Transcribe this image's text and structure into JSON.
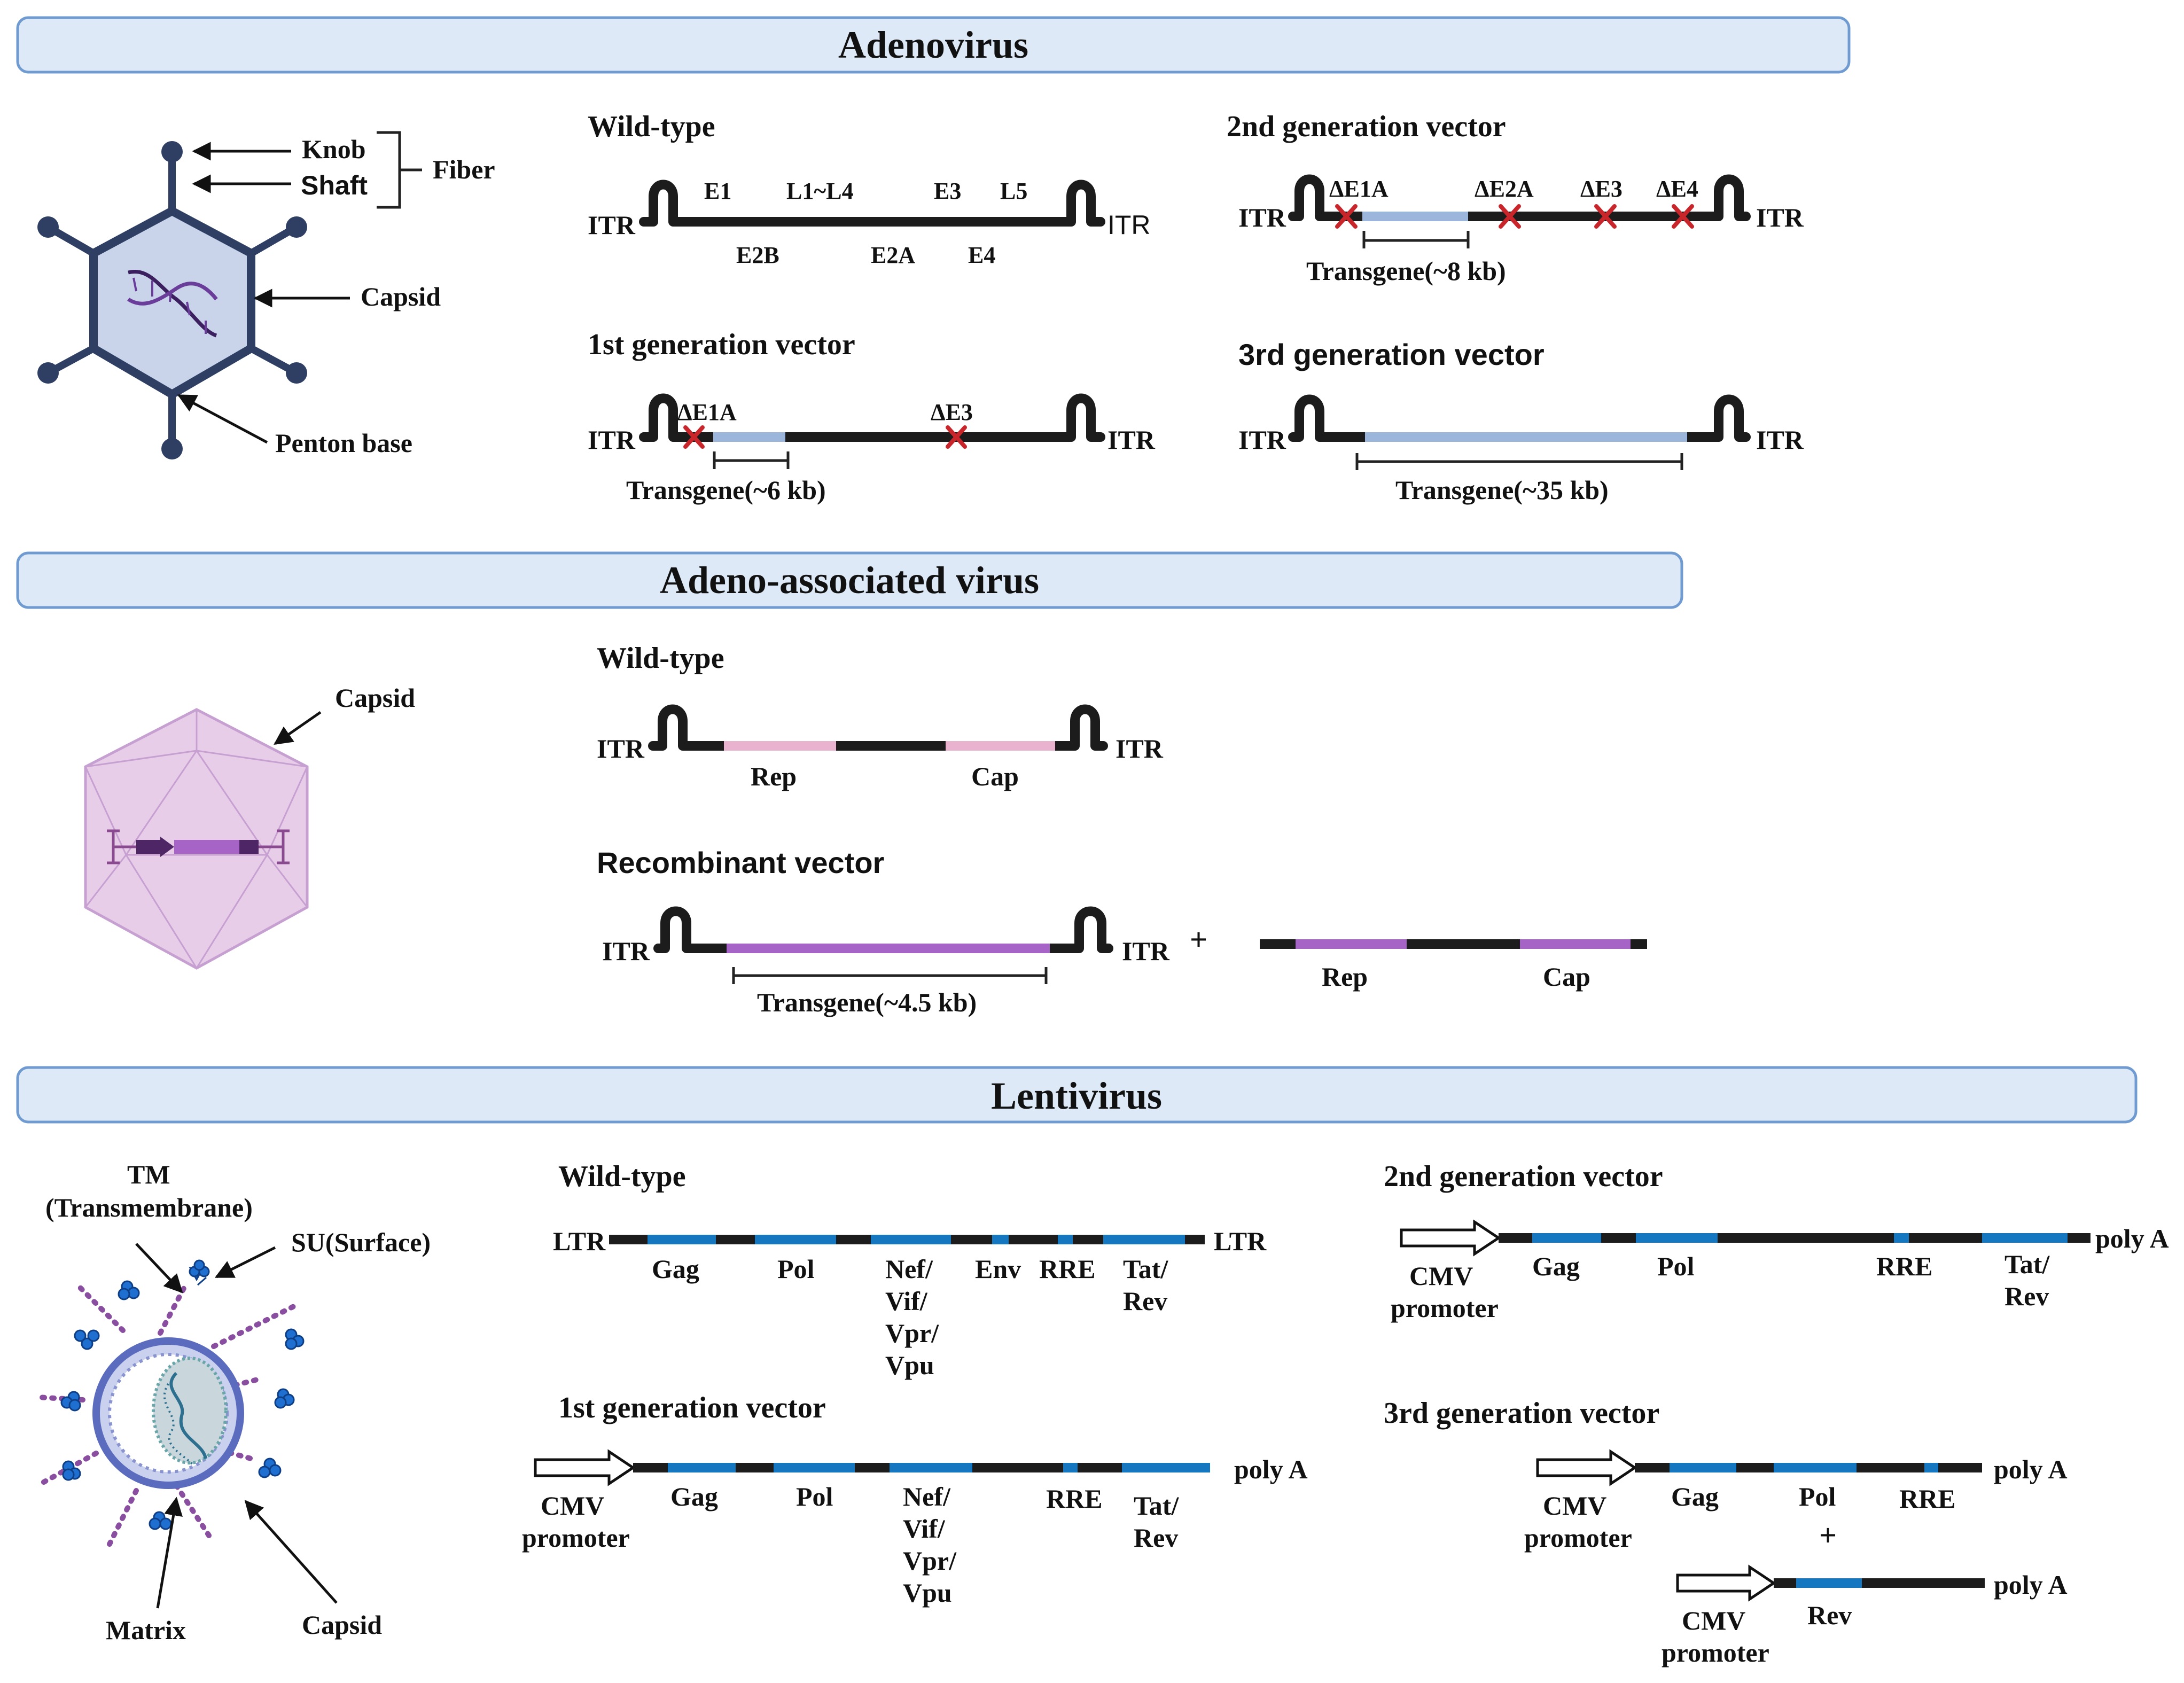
{
  "sections": {
    "adenovirus": {
      "title": "Adenovirus",
      "virion_labels": {
        "knob": "Knob",
        "shaft": "Shaft",
        "fiber": "Fiber",
        "capsid": "Capsid",
        "penton_base": "Penton base"
      },
      "wild_type": {
        "title": "Wild-type",
        "itr_left": "ITR",
        "itr_right": "ITR",
        "genes_top": [
          "E1",
          "L1~L4",
          "E3",
          "L5"
        ],
        "genes_bottom": [
          "E2B",
          "E2A",
          "E4"
        ]
      },
      "first_gen": {
        "title": "1st generation vector",
        "itr_left": "ITR",
        "itr_right": "ITR",
        "deletions": [
          "ΔE1A",
          "ΔE3"
        ],
        "transgene": "Transgene(~6 kb)"
      },
      "second_gen": {
        "title": "2nd generation vector",
        "itr_left": "ITR",
        "itr_right": "ITR",
        "deletions": [
          "ΔE1A",
          "ΔE2A",
          "ΔE3",
          "ΔE4"
        ],
        "transgene": "Transgene(~8 kb)"
      },
      "third_gen": {
        "title": "3rd generation vector",
        "itr_left": "ITR",
        "itr_right": "ITR",
        "transgene": "Transgene(~35 kb)"
      }
    },
    "aav": {
      "title": "Adeno-associated virus",
      "capsid_label": "Capsid",
      "wild_type": {
        "title": "Wild-type",
        "itr_left": "ITR",
        "itr_right": "ITR",
        "genes": [
          "Rep",
          "Cap"
        ]
      },
      "recombinant": {
        "title": "Recombinant vector",
        "itr_left": "ITR",
        "itr_right": "ITR",
        "plus": "+",
        "transgene": "Transgene(~4.5 kb)",
        "helper_genes": [
          "Rep",
          "Cap"
        ]
      }
    },
    "lentivirus": {
      "title": "Lentivirus",
      "virion_labels": {
        "tm": "TM",
        "tm_full": "(Transmembrane)",
        "su": "SU(Surface)",
        "matrix": "Matrix",
        "capsid": "Capsid"
      },
      "wild_type": {
        "title": "Wild-type",
        "ltr_left": "LTR",
        "ltr_right": "LTR",
        "genes": [
          "Gag",
          "Pol",
          "Nef/",
          "Vif/",
          "Vpr/",
          "Vpu",
          "Env",
          "RRE",
          "Tat/",
          "Rev"
        ]
      },
      "first_gen": {
        "title": "1st generation vector",
        "promoter": [
          "CMV",
          "promoter"
        ],
        "poly_a": "poly A",
        "genes": [
          "Gag",
          "Pol",
          "Nef/",
          "Vif/",
          "Vpr/",
          "Vpu",
          "RRE",
          "Tat/",
          "Rev"
        ]
      },
      "second_gen": {
        "title": "2nd generation vector",
        "promoter": [
          "CMV",
          "promoter"
        ],
        "poly_a": "poly A",
        "genes": [
          "Gag",
          "Pol",
          "RRE",
          "Tat/",
          "Rev"
        ]
      },
      "third_gen": {
        "title": "3rd generation vector",
        "promoter": [
          "CMV",
          "promoter"
        ],
        "poly_a": "poly A",
        "genes": [
          "Gag",
          "Pol",
          "RRE"
        ],
        "plus": "+",
        "promoter2": [
          "CMV",
          "promoter"
        ],
        "poly_a2": "poly A",
        "genes2": [
          "Rev"
        ]
      }
    }
  },
  "colors": {
    "banner_fill": "#dde9f7",
    "banner_border": "#6f9bd1",
    "adeno_transgene": "#9bb6da",
    "deletion_mark": "#c8262b",
    "aav_wt_gene": "#e9b3cf",
    "aav_vector_gene": "#a664c6",
    "lenti_gene": "#1477c0",
    "backbone": "#1c1c1c"
  }
}
